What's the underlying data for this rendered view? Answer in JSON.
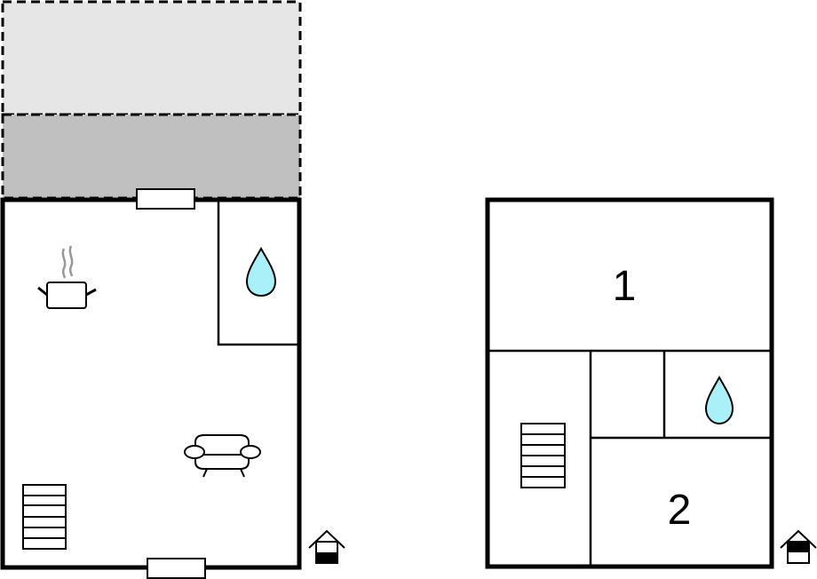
{
  "diagram": {
    "type": "floor-plan",
    "colors": {
      "wall": "#000000",
      "terrace_light": "#e6e6e6",
      "terrace_dark": "#c0c0c0",
      "water": "#aaf0f8",
      "steam": "#999999",
      "background": "#ffffff"
    },
    "ground_floor": {
      "areas": [
        {
          "name": "terrace-outer",
          "style": "dashed",
          "fill": "light-gray"
        },
        {
          "name": "terrace-covered",
          "style": "dashed",
          "fill": "dark-gray"
        },
        {
          "name": "living-area"
        },
        {
          "name": "bathroom"
        }
      ],
      "icons": [
        "kitchen-pot-icon",
        "bathroom-water-drop-icon",
        "sofa-icon",
        "stairs-icon",
        "floor-indicator-ground-icon"
      ],
      "doors": [
        "top-door",
        "bottom-door"
      ]
    },
    "upper_floor": {
      "rooms": [
        {
          "name": "bedroom",
          "label": "1"
        },
        {
          "name": "hallway"
        },
        {
          "name": "closet"
        },
        {
          "name": "bathroom"
        },
        {
          "name": "bedroom",
          "label": "2"
        }
      ],
      "icons": [
        "stairs-icon",
        "bathroom-water-drop-icon",
        "floor-indicator-upper-icon"
      ]
    }
  }
}
